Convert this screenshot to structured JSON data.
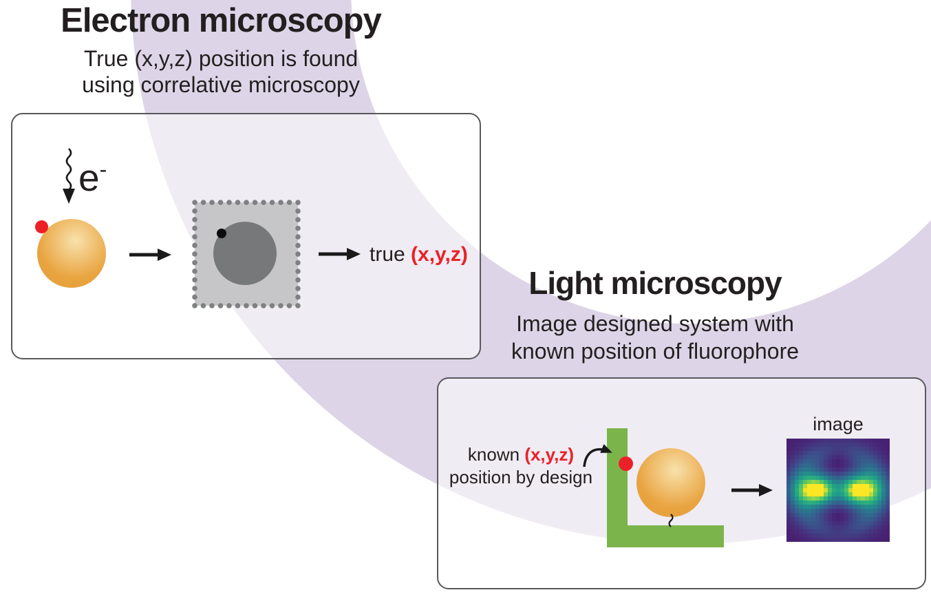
{
  "colors": {
    "band": "#DDD5E7",
    "ink": "#231F20",
    "red": "#EC2027",
    "orange": "#E9A440",
    "orange_highlight": "#F8E2AC",
    "green": "#7CB44C",
    "panel_fill": "#C6C6C8",
    "panel_dots": "#7F8082",
    "specimen_gray": "#77787A",
    "black_dot": "#0B0B0D",
    "box_border": "#57585A",
    "arrow_black": "#1A1A1A"
  },
  "em_panel": {
    "title": "Electron microscopy",
    "subtitle_line1": "True (x,y,z) position is found",
    "subtitle_line2": "using correlative microscopy",
    "electron_symbol": "e",
    "electron_charge": "-",
    "result_label": "true ",
    "result_coords": "(x,y,z)"
  },
  "lm_panel": {
    "title": "Light microscopy",
    "subtitle_line1": "Image designed system with",
    "subtitle_line2": "known position of fluorophore",
    "known_label": "known ",
    "known_coords": "(x,y,z)",
    "known_line2": "position by design",
    "image_label": "image",
    "psf": {
      "grid": 25,
      "lobe_offset": 5.0,
      "lobe_sigma_x": 3.1,
      "lobe_sigma_y": 2.5,
      "ring_radius": 9.5,
      "ring_sigma": 2.3,
      "ring_amplitude": 0.32,
      "base_level": 0.1,
      "dip_depth": 0.08,
      "colormap": "viridis"
    }
  }
}
